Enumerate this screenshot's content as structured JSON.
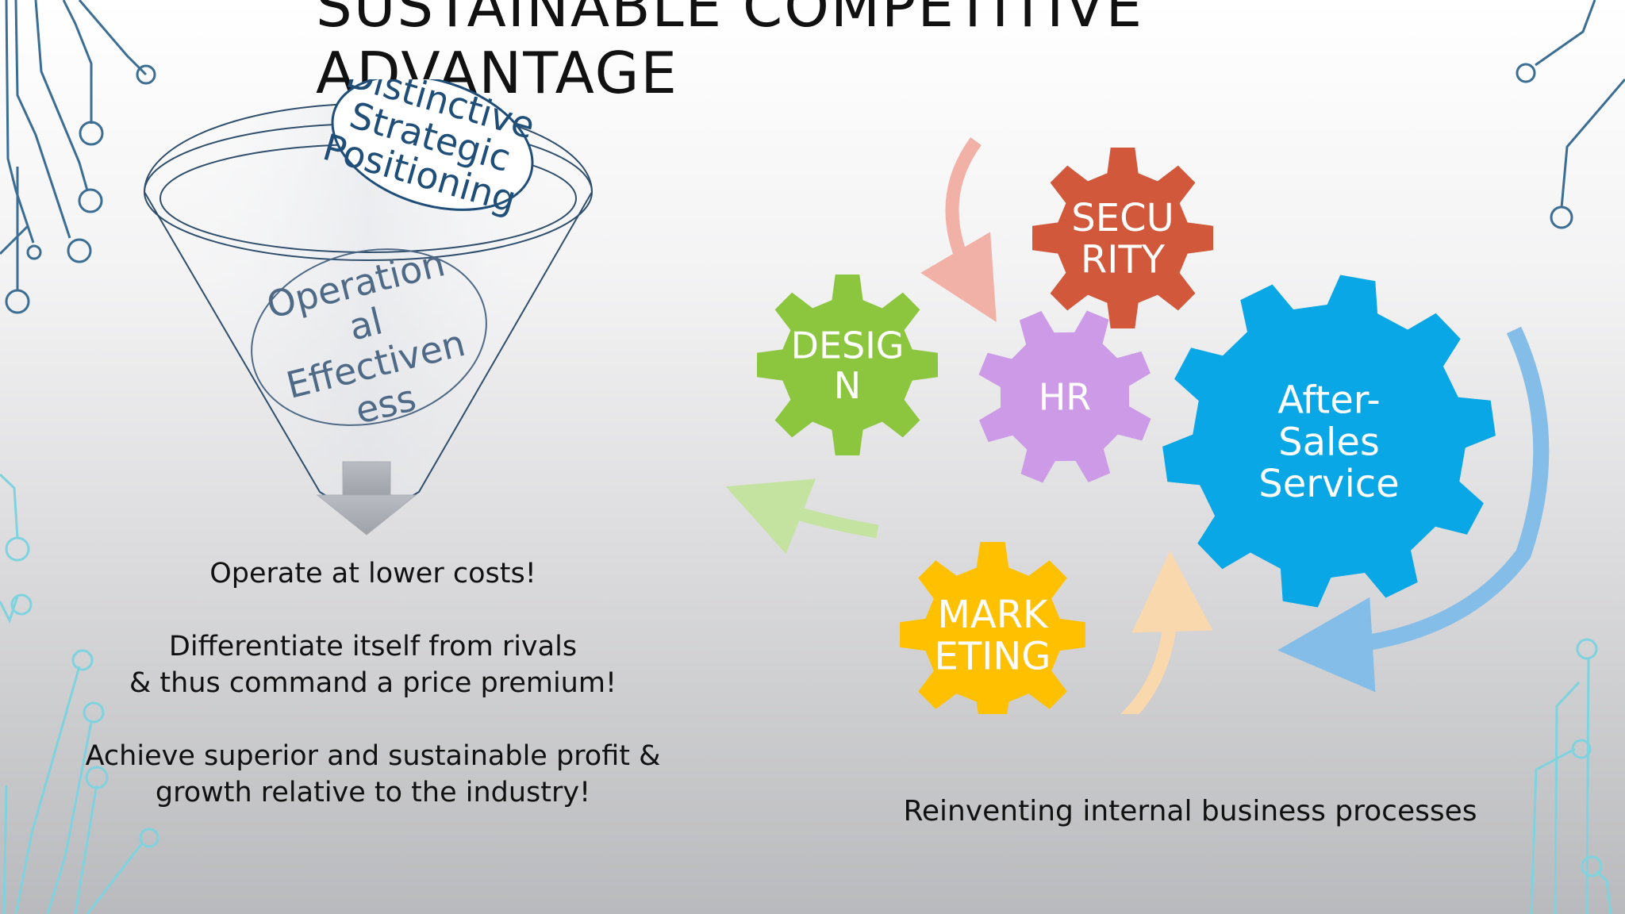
{
  "slide": {
    "title_line1": "SUSTAINABLE COMPETITIVE",
    "title_line2": "ADVANTAGE"
  },
  "funnel": {
    "top_ellipse_label": [
      "Distinctive",
      "Strategic",
      "Positioning"
    ],
    "bottom_ellipse_label": [
      "Operation",
      "al",
      "Effectiven",
      "ess"
    ],
    "outcomes": [
      [
        "Operate at lower costs!"
      ],
      [
        "Differentiate itself from rivals",
        "& thus command a price premium!"
      ],
      [
        "Achieve superior and sustainable profit &",
        "growth relative to the industry!"
      ]
    ]
  },
  "gears": {
    "items": [
      {
        "label": [
          "SECU",
          "RITY"
        ],
        "color": "#d2583c"
      },
      {
        "label": [
          "DESIG",
          "N"
        ],
        "color": "#8cc63f"
      },
      {
        "label": [
          "HR"
        ],
        "color": "#cc9ae6"
      },
      {
        "label": [
          "After-",
          "Sales",
          "Service"
        ],
        "color": "#0aa7e6"
      },
      {
        "label": [
          "MARK",
          "ETING"
        ],
        "color": "#ffc000"
      }
    ],
    "caption": "Reinventing internal business processes"
  },
  "colors": {
    "title": "#111111",
    "funnel_text": "#1f4e79",
    "funnel_text_muted": "#4f6a86",
    "circuit_dark": "#3c6e93",
    "circuit_light": "#7fd3df"
  }
}
